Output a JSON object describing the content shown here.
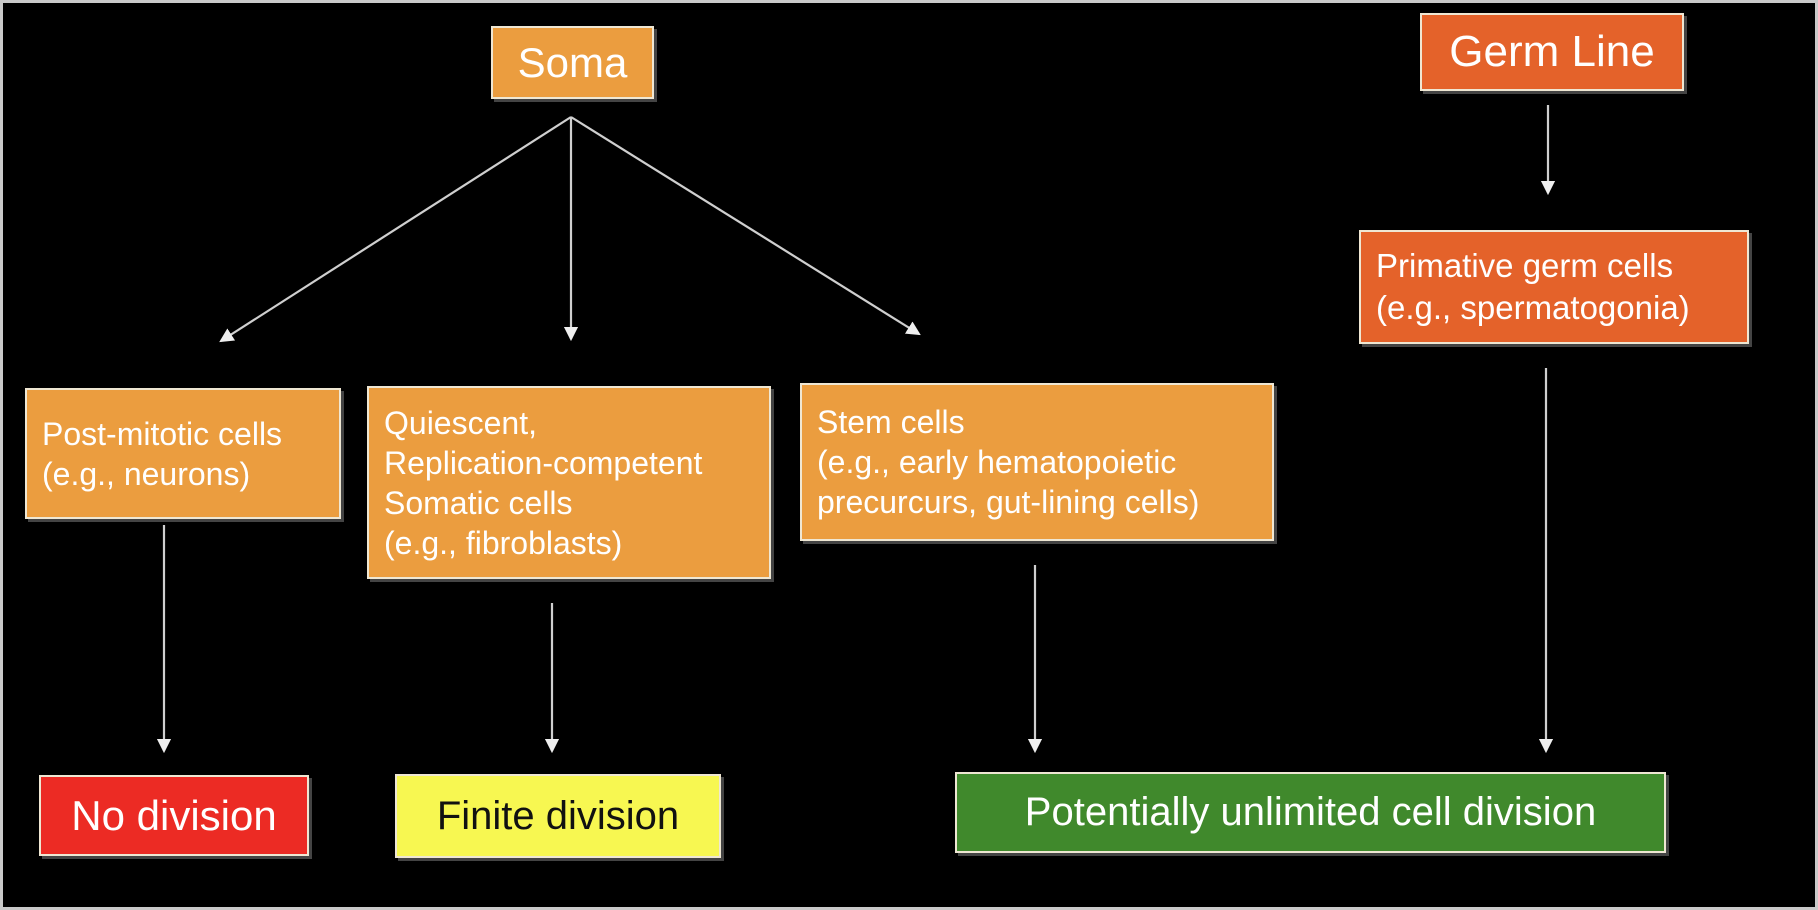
{
  "diagram": {
    "background_color": "#000000",
    "frame_border_color": "#c9c9c9",
    "arrow_color": "#cfcfcf",
    "colors": {
      "soma_orange": "#eb9d3f",
      "germ_line_orange": "#e4622a",
      "no_division_red": "#ec2b24",
      "finite_division_yellow": "#f7f751",
      "unlimited_division_green": "#40892c",
      "box_border": "#efe7d3"
    },
    "nodes": {
      "soma": {
        "label": "Soma"
      },
      "germ_line": {
        "label": "Germ Line"
      },
      "post_mitotic": {
        "label": "Post-mitotic cells\n(e.g., neurons)"
      },
      "quiescent": {
        "label": "Quiescent,\nReplication-competent\nSomatic cells\n(e.g., fibroblasts)"
      },
      "stem_cells": {
        "label": "Stem cells\n(e.g., early hematopoietic\nprecurcurs, gut-lining cells)"
      },
      "primitive_germ": {
        "label": "Primative germ cells\n(e.g., spermatogonia)"
      },
      "no_division": {
        "label": "No division"
      },
      "finite_division": {
        "label": "Finite division"
      },
      "unlimited_division": {
        "label": "Potentially unlimited cell division"
      }
    },
    "edges": [
      {
        "from": "soma",
        "to": "post_mitotic"
      },
      {
        "from": "soma",
        "to": "quiescent"
      },
      {
        "from": "soma",
        "to": "stem_cells"
      },
      {
        "from": "germ_line",
        "to": "primitive_germ"
      },
      {
        "from": "post_mitotic",
        "to": "no_division"
      },
      {
        "from": "quiescent",
        "to": "finite_division"
      },
      {
        "from": "stem_cells",
        "to": "unlimited_division"
      },
      {
        "from": "primitive_germ",
        "to": "unlimited_division"
      }
    ]
  }
}
